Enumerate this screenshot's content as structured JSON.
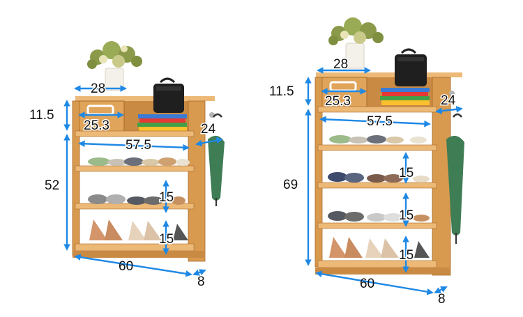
{
  "colors": {
    "wood": "#d89a4e",
    "wood_dark": "#a9682a",
    "wood_light": "#ecb977",
    "arrow": "#1e88e5",
    "text": "#111111"
  },
  "icons": [
    "plant-icon",
    "bag-icon",
    "books-icon",
    "umbrella-icon",
    "shoe-icon"
  ],
  "small_rack": {
    "dims": {
      "top_width": "28",
      "drawer_height": "11.5",
      "drawer_width": "25.3",
      "side_depth": "24",
      "inner_width": "57.5",
      "height": "52",
      "shelf_gap_1": "15",
      "shelf_gap_2": "15",
      "width": "60",
      "depth": "8"
    }
  },
  "large_rack": {
    "dims": {
      "top_width": "28",
      "drawer_height": "11.5",
      "drawer_width": "25.3",
      "side_depth": "24",
      "inner_width": "57.5",
      "height": "69",
      "shelf_gap_1": "15",
      "shelf_gap_2": "15",
      "shelf_gap_3": "15",
      "width": "60",
      "depth": "8"
    }
  }
}
